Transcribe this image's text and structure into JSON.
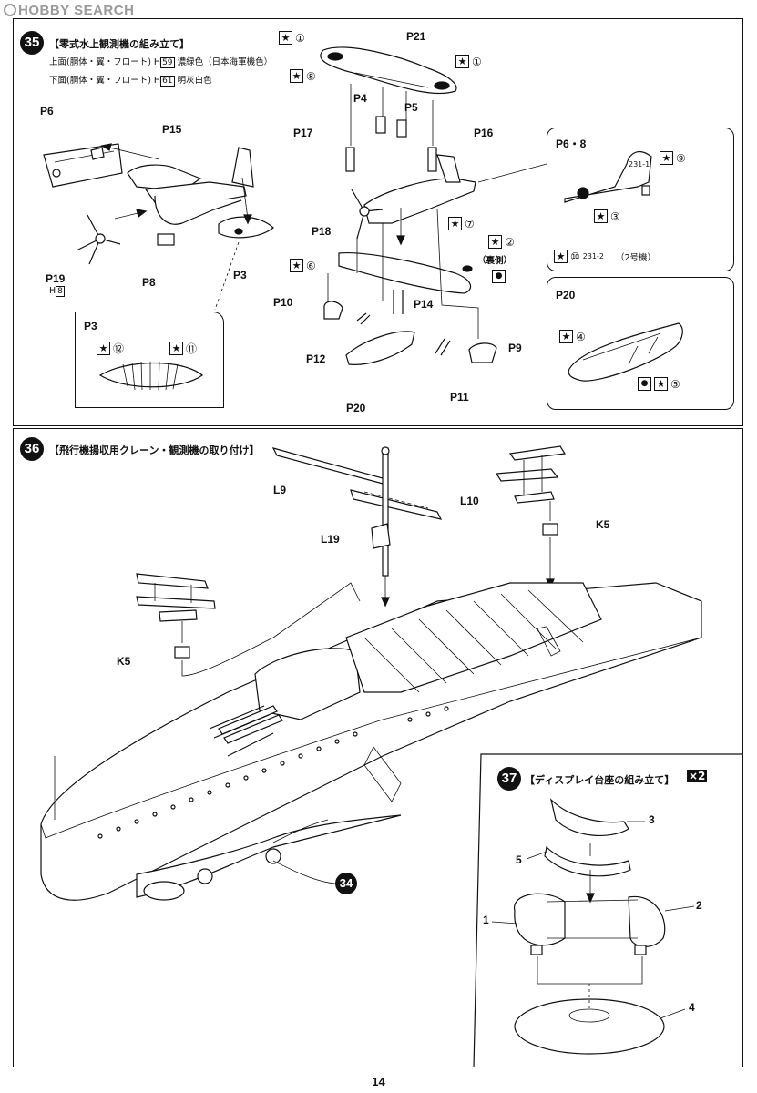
{
  "watermark": "HOBBY SEARCH",
  "page_number": "14",
  "step35": {
    "number": "35",
    "title": "【零式水上観測機の組み立て】",
    "paint_upper": {
      "prefix": "上面(胴体・翼・フロート) H",
      "code": "59",
      "color": "濃緑色（日本海軍機色）"
    },
    "paint_lower": {
      "prefix": "下面(胴体・翼・フロート) H",
      "code": "61",
      "color": "明灰白色"
    },
    "parts": {
      "p6": "P6",
      "p15": "P15",
      "p19": "P19",
      "p19_h": "8",
      "p19_prefix": "H",
      "p8": "P8",
      "p3": "P3",
      "p21": "P21",
      "p4": "P4",
      "p5": "P5",
      "p17": "P17",
      "p16": "P16",
      "p18": "P18",
      "p10": "P10",
      "p14": "P14",
      "p12": "P12",
      "p20": "P20",
      "p11": "P11",
      "p9": "P9"
    },
    "decals": {
      "d1a": "①",
      "d8": "⑧",
      "d1b": "①",
      "d7": "⑦",
      "d6": "⑥",
      "d2": "②",
      "back_side": "（裏側）"
    },
    "inset_p3": {
      "title": "P3",
      "d12": "⑫",
      "d11": "⑪"
    },
    "inset_p68": {
      "title": "P6・8",
      "code1": "231-1",
      "d9": "⑨",
      "d3": "③",
      "d10": "⑩",
      "code2": "231-2",
      "note": "（2号機）"
    },
    "inset_p20": {
      "title": "P20",
      "d4": "④",
      "d5": "⑤"
    }
  },
  "step36": {
    "number": "36",
    "title": "【飛行機揚収用クレーン・観測機の取り付け】",
    "parts": {
      "l9": "L9",
      "l10": "L10",
      "l19": "L19",
      "k5a": "K5",
      "k5b": "K5"
    },
    "ref_step": "34"
  },
  "step37": {
    "number": "37",
    "title": "【ディスプレイ台座の組み立て】",
    "multiplier": "×2",
    "parts": {
      "n1": "1",
      "n2": "2",
      "n3": "3",
      "n4": "4",
      "n5": "5"
    }
  },
  "icons": {
    "decal_marker": "star-in-square-icon",
    "plane": "floatplane-icon",
    "ship": "battleship-hull-icon"
  }
}
